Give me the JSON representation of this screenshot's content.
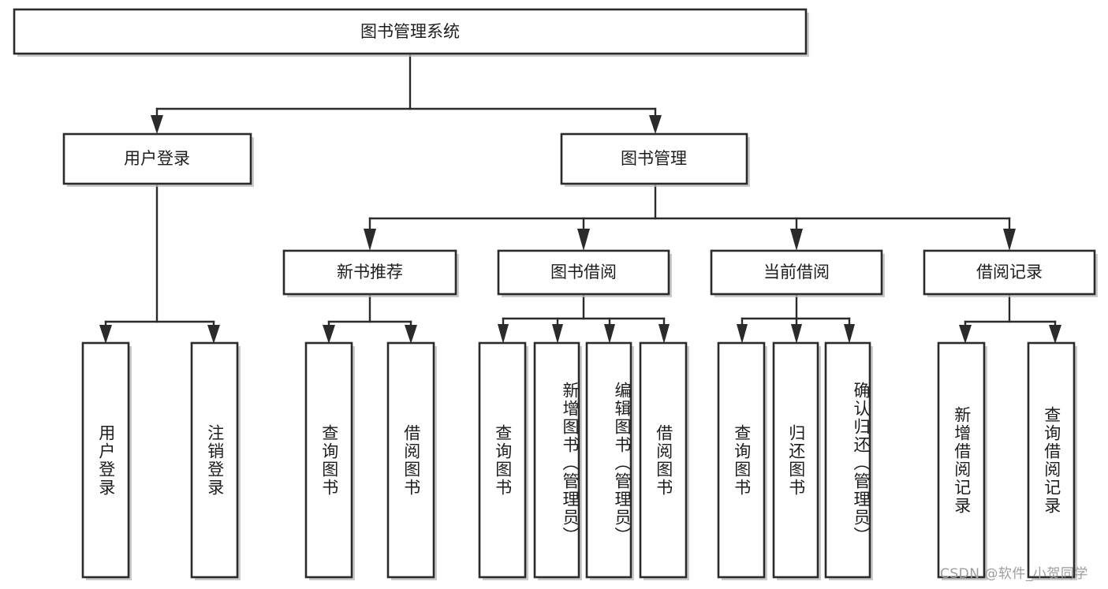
{
  "diagram": {
    "type": "tree-hierarchy",
    "title_node": {
      "label": "图书管理系统"
    },
    "level1": [
      {
        "label": "用户登录"
      },
      {
        "label": "图书管理"
      }
    ],
    "level2": [
      {
        "label": "新书推荐"
      },
      {
        "label": "图书借阅"
      },
      {
        "label": "当前借阅"
      },
      {
        "label": "借阅记录"
      }
    ],
    "leaves": {
      "user_login": [
        {
          "label": "用户登录"
        },
        {
          "label": "注销登录"
        }
      ],
      "new_book_recommend": [
        {
          "label": "查询图书"
        },
        {
          "label": "借阅图书"
        }
      ],
      "book_borrow": [
        {
          "label": "查询图书"
        },
        {
          "label": "新增图书（管理员）"
        },
        {
          "label": "编辑图书（管理员）"
        },
        {
          "label": "借阅图书"
        }
      ],
      "current_borrow": [
        {
          "label": "查询图书"
        },
        {
          "label": "归还图书"
        },
        {
          "label": "确认归还（管理员）"
        }
      ],
      "borrow_record": [
        {
          "label": "新增借阅记录"
        },
        {
          "label": "查询借阅记录"
        }
      ]
    }
  },
  "watermark": {
    "text": "CSDN @软件_小贺同学"
  },
  "colors": {
    "box_stroke": "#2b2b2b",
    "box_fill": "#ffffff",
    "text": "#1d1d1d",
    "shadow": "#b9b9b9",
    "watermark": "#9d9d9d"
  }
}
